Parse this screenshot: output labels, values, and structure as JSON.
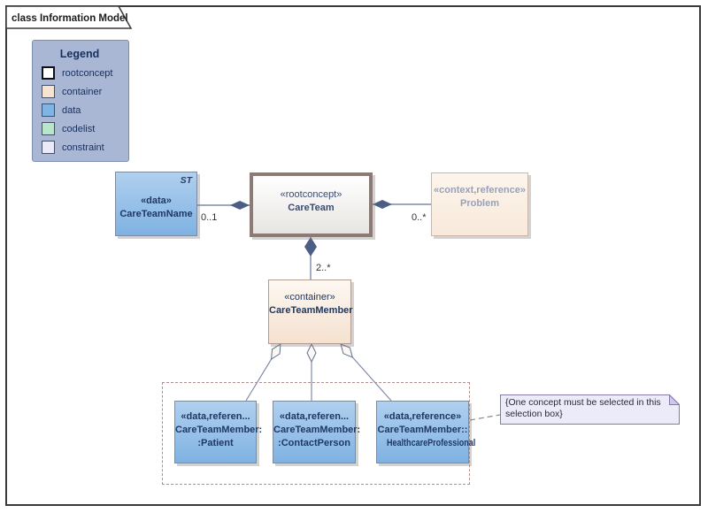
{
  "frame": {
    "tab_label": "class Information Model"
  },
  "legend": {
    "title": "Legend",
    "items": [
      {
        "label": "rootconcept",
        "color": "#ffffff",
        "style": "background:#ffffff;border:2px solid #111111"
      },
      {
        "label": "container",
        "color": "#f6e3d0",
        "style": "background:#f6e3d0;border:1px solid #44506b"
      },
      {
        "label": "data",
        "color": "#7fb5e4",
        "style": "background:#7fb5e4;border:1px solid #44506b"
      },
      {
        "label": "codelist",
        "color": "#b9e5c9",
        "style": "background:#b9e5c9;border:1px solid #44506b"
      },
      {
        "label": "constraint",
        "color": "#eaebf8",
        "style": "background:#eaebf8;border:1px solid #44506b"
      }
    ]
  },
  "nodes": {
    "care_team": {
      "stereotype": "«rootconcept»",
      "name": "CareTeam"
    },
    "care_team_name": {
      "stereotype": "«data»",
      "name": "CareTeamName",
      "type_tag": "ST"
    },
    "problem": {
      "stereotype": "«context,reference»",
      "name": "Problem"
    },
    "care_team_member": {
      "stereotype": "«container»",
      "name": "CareTeamMember"
    },
    "member_patient": {
      "stereotype": "«data,referen...",
      "name_line1": "CareTeamMember:",
      "name_line2": ":Patient"
    },
    "member_contact_person": {
      "stereotype": "«data,referen...",
      "name_line1": "CareTeamMember:",
      "name_line2": ":ContactPerson"
    },
    "member_healthcare_professional": {
      "stereotype": "«data,reference»",
      "name_line1": "CareTeamMember::",
      "name_line2": "HealthcareProfessional"
    }
  },
  "edges": {
    "name_to_careteam": {
      "multiplicity": "0..1"
    },
    "careteam_to_problem": {
      "multiplicity": "0..*"
    },
    "careteam_to_member": {
      "multiplicity": "2..*"
    }
  },
  "note": {
    "text": "{One concept must be selected in this selection box}"
  },
  "colors": {
    "frame_border": "#3a3a3a",
    "legend_bg": "#a9b6d4",
    "rootconcept_border": "#8d7a74",
    "data_fill": "#7fb2e2",
    "container_fill": "#f5e1cf",
    "problem_text": "#98a1b8",
    "line": "#7d8aa8",
    "diamond_fill": "#4d5e86",
    "open_diamond_fill": "#fcf7f0",
    "selection_dash": "#b18f8f",
    "note_fill": "#ecebfa",
    "note_border": "#8878a8"
  }
}
